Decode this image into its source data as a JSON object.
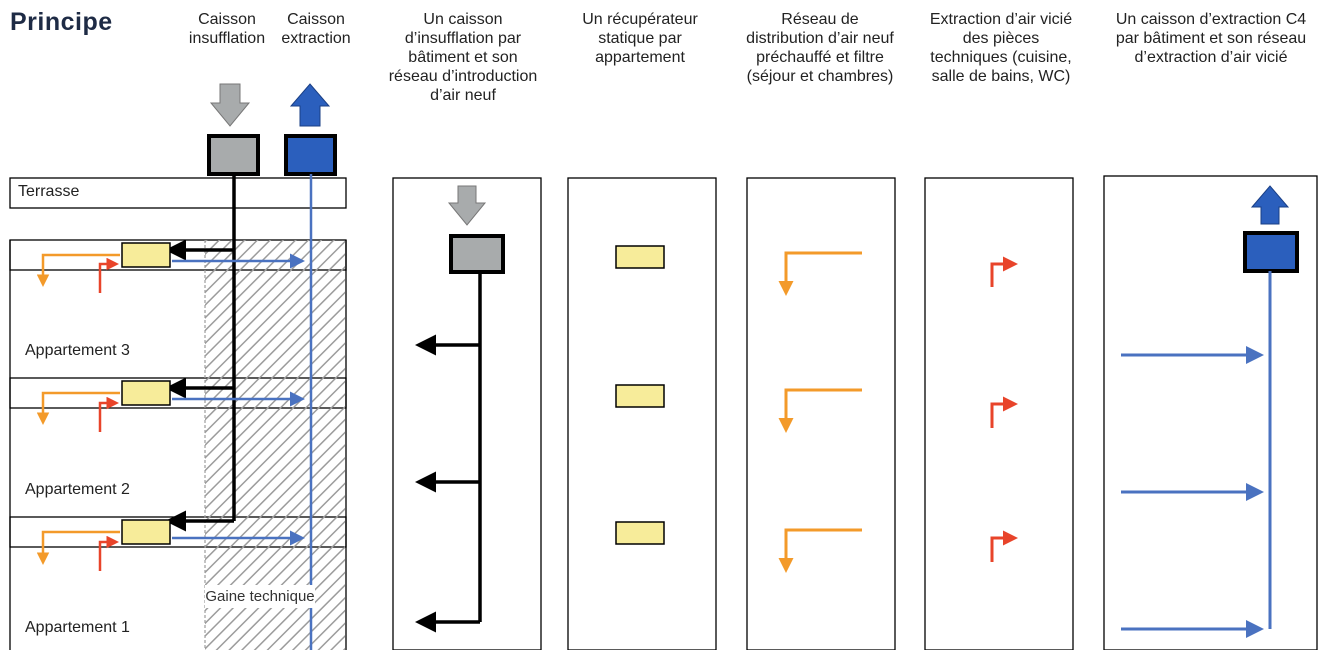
{
  "title": "Principe",
  "captions": {
    "insufflation": "Caisson insufflation",
    "extraction": "Caisson extraction",
    "panel1": "Un caisson d’insufflation par bâtiment et son réseau d’introduction d’air neuf",
    "panel2": "Un récupérateur statique par appartement",
    "panel3": "Réseau de distribution d’air neuf préchauffé et filtre (séjour et chambres)",
    "panel4": "Extraction d’air vicié des pièces techniques (cuisine, salle de bains, WC)",
    "panel5": "Un caisson d’extraction C4 par bâtiment et son réseau d’extraction d’air vicié"
  },
  "building": {
    "terrasse": "Terrasse",
    "appartement3": "Appartement 3",
    "appartement2": "Appartement 2",
    "appartement1": "Appartement 1",
    "gaine": "Gaine technique"
  },
  "colors": {
    "supply_duct": "#000000",
    "extract_duct": "#4a72c0",
    "fresh_air": "#f39a2a",
    "stale_air": "#e8442a",
    "exchanger": "#f7ec9a",
    "supply_box": "#a8abac",
    "extract_box": "#2b5fbd",
    "title": "#1e2b45"
  },
  "icons": [
    "supply-arrow-down-icon",
    "extract-arrow-up-icon",
    "heat-exchanger-icon",
    "fresh-air-elbow-icon",
    "stale-air-elbow-icon"
  ]
}
